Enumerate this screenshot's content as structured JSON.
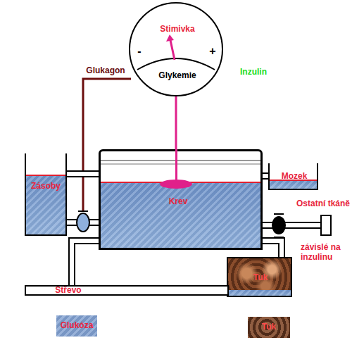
{
  "diagram": {
    "nodes": [
      {
        "text": [
          "Stimivka",
          "Glykemie"
        ]
      },
      {
        "text": [
          "Zásoby"
        ]
      },
      {
        "text": [
          "Krev"
        ]
      },
      {
        "text": [
          "Mozek"
        ]
      },
      {
        "text": [
          "Ostatní tkáně",
          "závislé na inzulinu"
        ]
      },
      {
        "text": [
          "Tuk"
        ]
      },
      {
        "text": [
          "Střevo"
        ]
      }
    ],
    "edges": [
      {
        "from": 0,
        "to": 2,
        "arrow": "none"
      },
      {
        "from": 1,
        "to": 2,
        "arrow": "none"
      },
      {
        "from": 2,
        "to": 3,
        "arrow": "none"
      },
      {
        "from": 2,
        "to": 4,
        "arrow": "none"
      },
      {
        "from": 2,
        "to": 5,
        "arrow": "none"
      },
      {
        "from": 6,
        "to": 2,
        "arrow": "none"
      },
      {
        "from": 1,
        "to": 2,
        "arrow": "none"
      }
    ],
    "labels": [
      "-",
      "+",
      "Glukagon",
      "Inzulin"
    ],
    "legend": [
      {
        "text": "Glukóza",
        "color": "#7f9fd0"
      },
      {
        "text": "Tuk",
        "color": "#6b3a22"
      }
    ]
  }
}
